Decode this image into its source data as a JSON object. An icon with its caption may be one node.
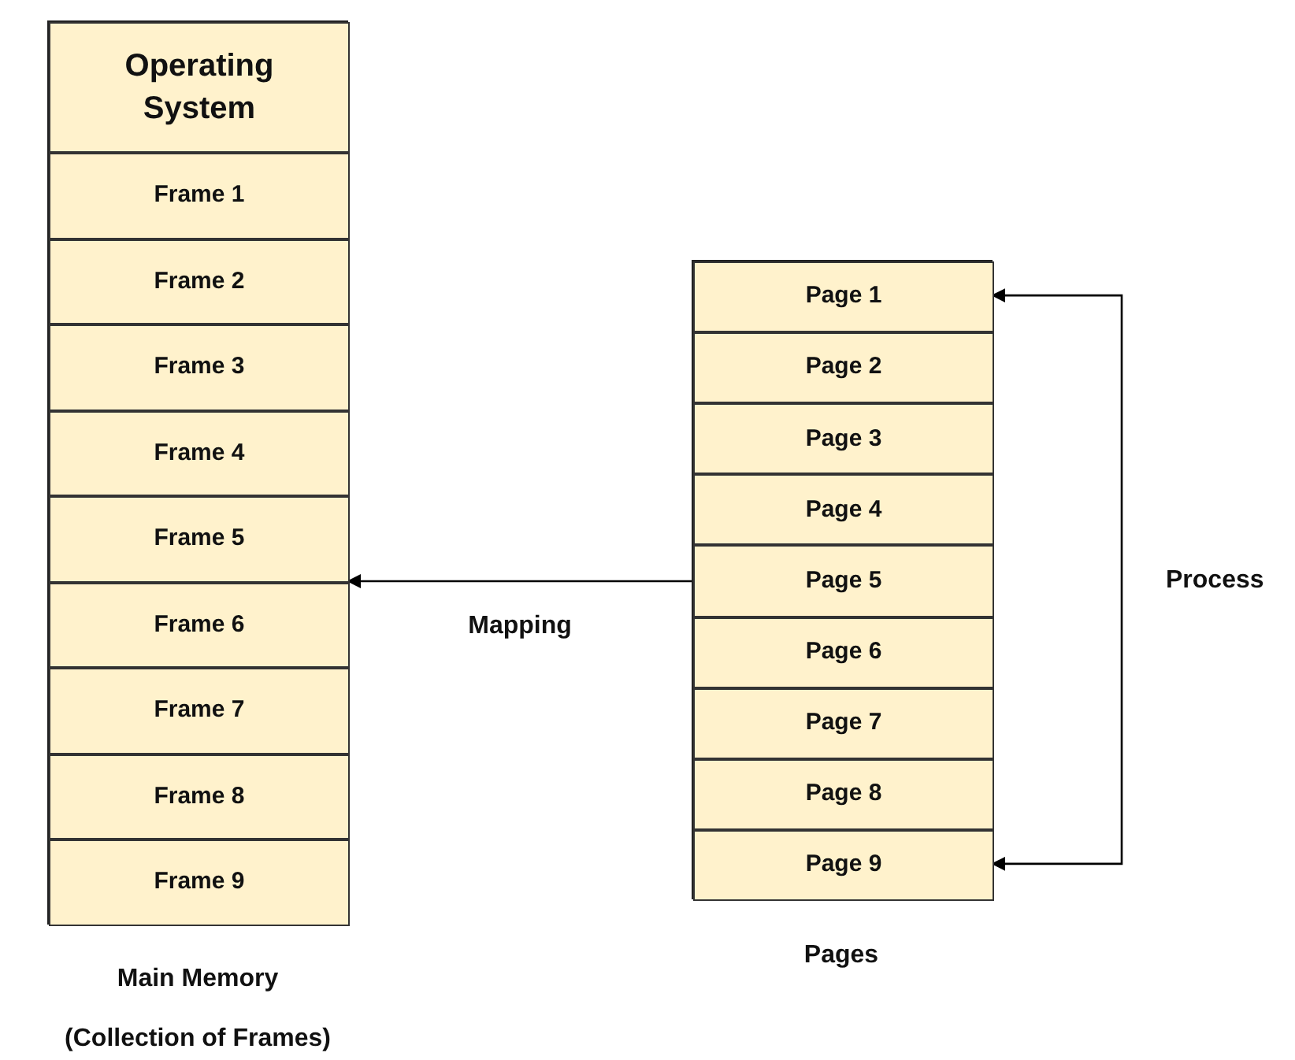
{
  "diagram": {
    "nodes": [
      {
        "text": [],
        "shape": "box",
        "beside": [
          "Main Memory",
          "(Collection of Frames)"
        ]
      },
      {
        "text": [
          "Operating System"
        ],
        "in": 0
      },
      {
        "text": [
          "Frame 1"
        ],
        "in": 0
      },
      {
        "text": [
          "Frame 2"
        ],
        "in": 0
      },
      {
        "text": [
          "Frame 3"
        ],
        "in": 0
      },
      {
        "text": [
          "Frame 4"
        ],
        "in": 0
      },
      {
        "text": [
          "Frame 5"
        ],
        "in": 0
      },
      {
        "text": [
          "Frame 6"
        ],
        "in": 0
      },
      {
        "text": [
          "Frame 7"
        ],
        "in": 0
      },
      {
        "text": [
          "Frame 8"
        ],
        "in": 0
      },
      {
        "text": [
          "Frame 9"
        ],
        "in": 0
      },
      {
        "text": [],
        "shape": "box",
        "beside": [
          "Pages"
        ]
      },
      {
        "text": [
          "Page 1"
        ],
        "in": 11
      },
      {
        "text": [
          "Page 2"
        ],
        "in": 11
      },
      {
        "text": [
          "Page 3"
        ],
        "in": 11
      },
      {
        "text": [
          "Page 4"
        ],
        "in": 11
      },
      {
        "text": [
          "Page 5"
        ],
        "in": 11
      },
      {
        "text": [
          "Page 6"
        ],
        "in": 11
      },
      {
        "text": [
          "Page 7"
        ],
        "in": 11
      },
      {
        "text": [
          "Page 8"
        ],
        "in": 11
      },
      {
        "text": [
          "Page 9"
        ],
        "in": 11
      }
    ],
    "edges": [
      {
        "from": 11,
        "to": 0,
        "arrow": "to",
        "label": "Mapping"
      },
      {
        "from": 12,
        "to": 20,
        "arrow": "both",
        "label": "Process"
      }
    ]
  }
}
